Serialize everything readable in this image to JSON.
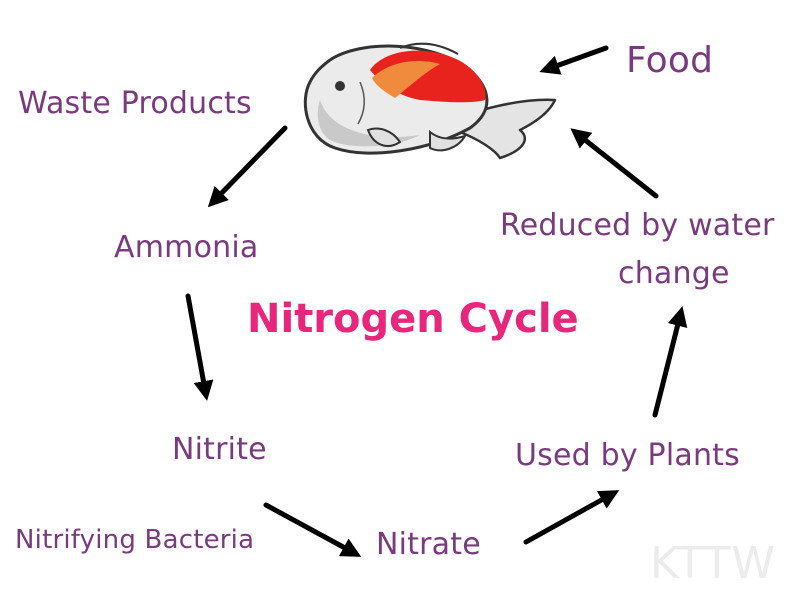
{
  "title": "Nitrogen Cycle",
  "nodes": {
    "food": "Food",
    "waste_products": "Waste Products",
    "ammonia": "Ammonia",
    "nitrite": "Nitrite",
    "nitrifying_bacteria": "Nitrifying Bacteria",
    "nitrate": "Nitrate",
    "used_by_plants": "Used by Plants",
    "reduced_line1": "Reduced by water",
    "reduced_line2": "change"
  },
  "watermark": "KTTW",
  "colors": {
    "label": "#7a3a7f",
    "title": "#e8267b",
    "arrow": "#000000",
    "fish_body": "#e6e6e6",
    "fish_red": "#e8231e",
    "fish_orange": "#f08a3c"
  }
}
